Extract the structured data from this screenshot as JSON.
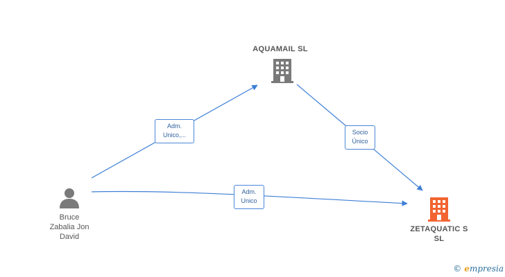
{
  "nodes": {
    "aquamail": {
      "label": "AQUAMAIL  SL",
      "color": "#7a7a7a"
    },
    "zetaquatics": {
      "label_line1": "ZETAQUATIC S",
      "label_line2": "SL",
      "color": "#f26430"
    },
    "person": {
      "label_line1": "Bruce",
      "label_line2": "Zabalia Jon",
      "label_line3": "David",
      "color": "#7a7a7a"
    }
  },
  "edges": {
    "person_to_aquamail": {
      "label_line1": "Adm.",
      "label_line2": "Unico,..."
    },
    "aquamail_to_zetaquatics": {
      "label_line1": "Socio",
      "label_line2": "Único"
    },
    "person_to_zetaquatics": {
      "label_line1": "Adm.",
      "label_line2": "Unico"
    }
  },
  "edge_color": "#3e7fd6",
  "watermark": {
    "copyright": "©",
    "brand_initial": "e",
    "brand_rest": "mpresia"
  }
}
